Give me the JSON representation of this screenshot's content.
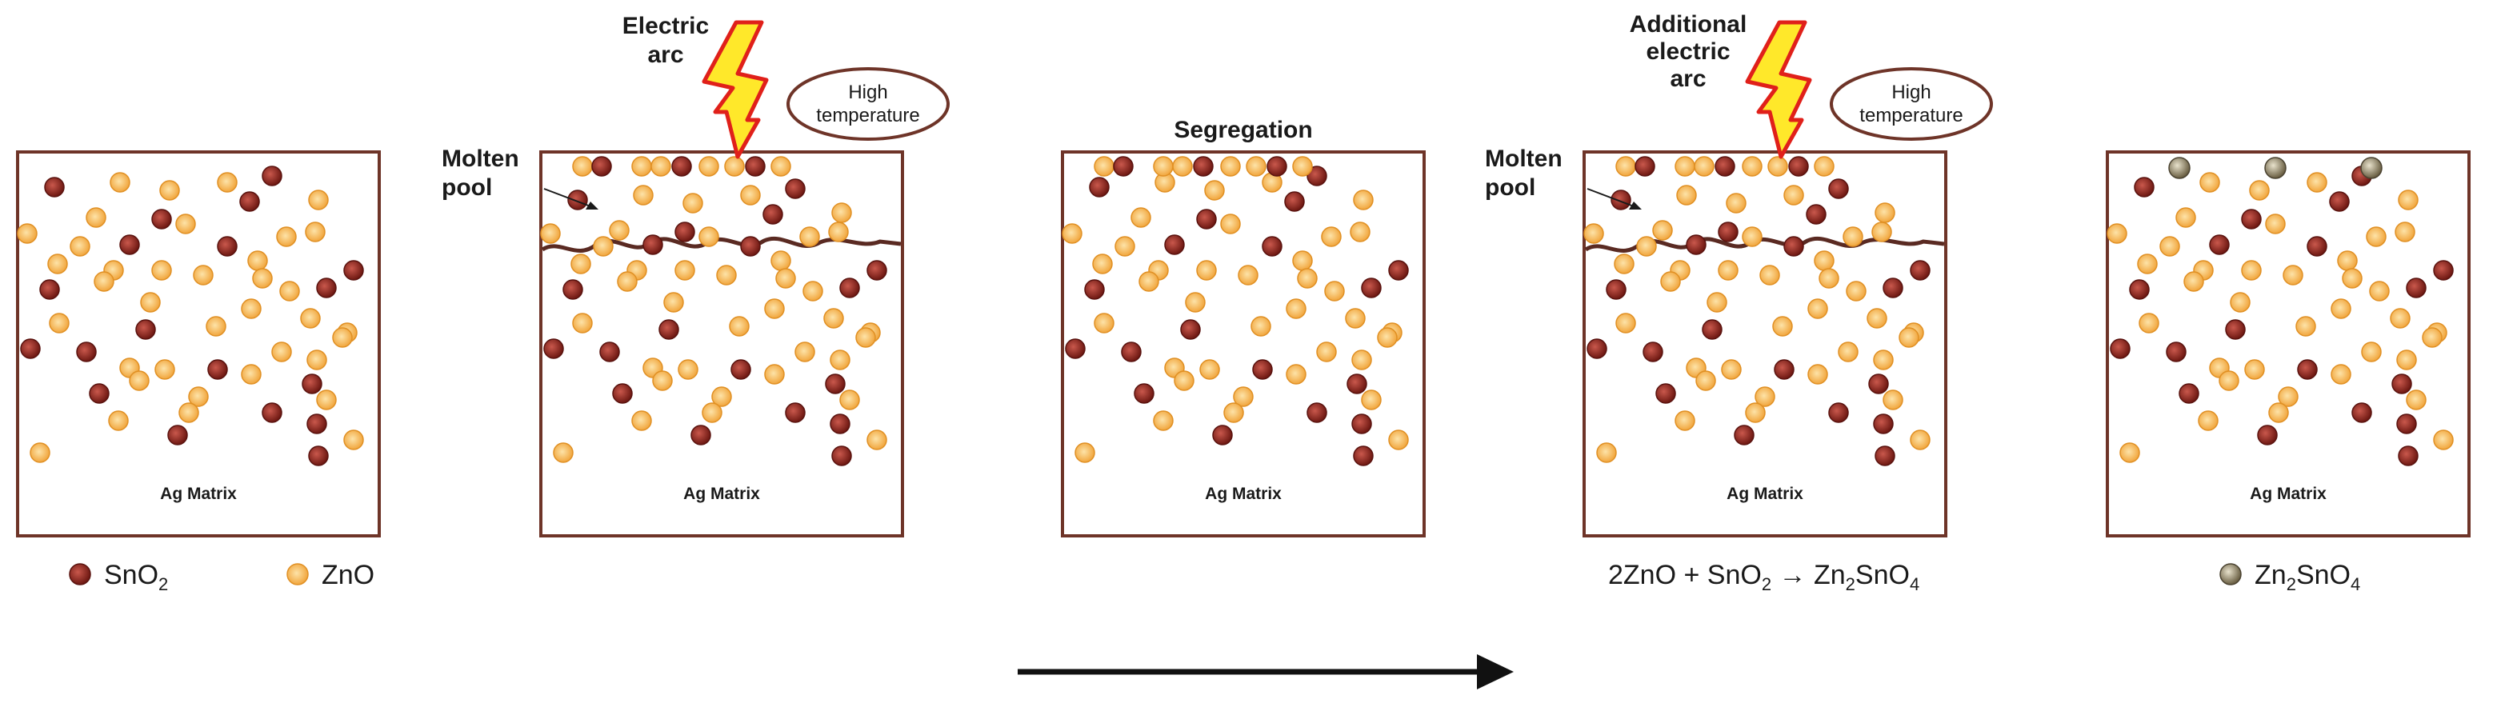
{
  "colors": {
    "frame": "#6e3428",
    "sno2": "#7a1f1a",
    "zno": "#f2a93b",
    "zn2sno4": "#8a7d5c",
    "bolt_fill": "#ffe82a",
    "bolt_stroke": "#e0201a",
    "wavy": "#5a2a22"
  },
  "panels": [
    {
      "matrix_label": "Ag Matrix"
    },
    {
      "matrix_label": "Ag Matrix",
      "arc_label": [
        "Electric",
        "arc"
      ],
      "temp_label": [
        "High",
        "temperature"
      ],
      "pool_label": [
        "Molten",
        "pool"
      ]
    },
    {
      "matrix_label": "Ag Matrix",
      "heading": "Segregation"
    },
    {
      "matrix_label": "Ag Matrix",
      "arc_label": [
        "Additional",
        "electric",
        "arc"
      ],
      "temp_label": [
        "High",
        "temperature"
      ],
      "pool_label": [
        "Molten",
        "pool"
      ]
    },
    {
      "matrix_label": "Ag Matrix"
    }
  ],
  "legend": {
    "sno2": "SnO",
    "sno2_sub": "2",
    "zno": "ZnO",
    "zn2sno4_a": "Zn",
    "zn2sno4_sub1": "2",
    "zn2sno4_b": "SnO",
    "zn2sno4_sub2": "4"
  },
  "reaction": {
    "left": "2ZnO + SnO",
    "left_sub": "2",
    "arrow": "→",
    "right_a": "Zn",
    "right_sub1": "2",
    "right_b": "SnO",
    "right_sub2": "4"
  }
}
